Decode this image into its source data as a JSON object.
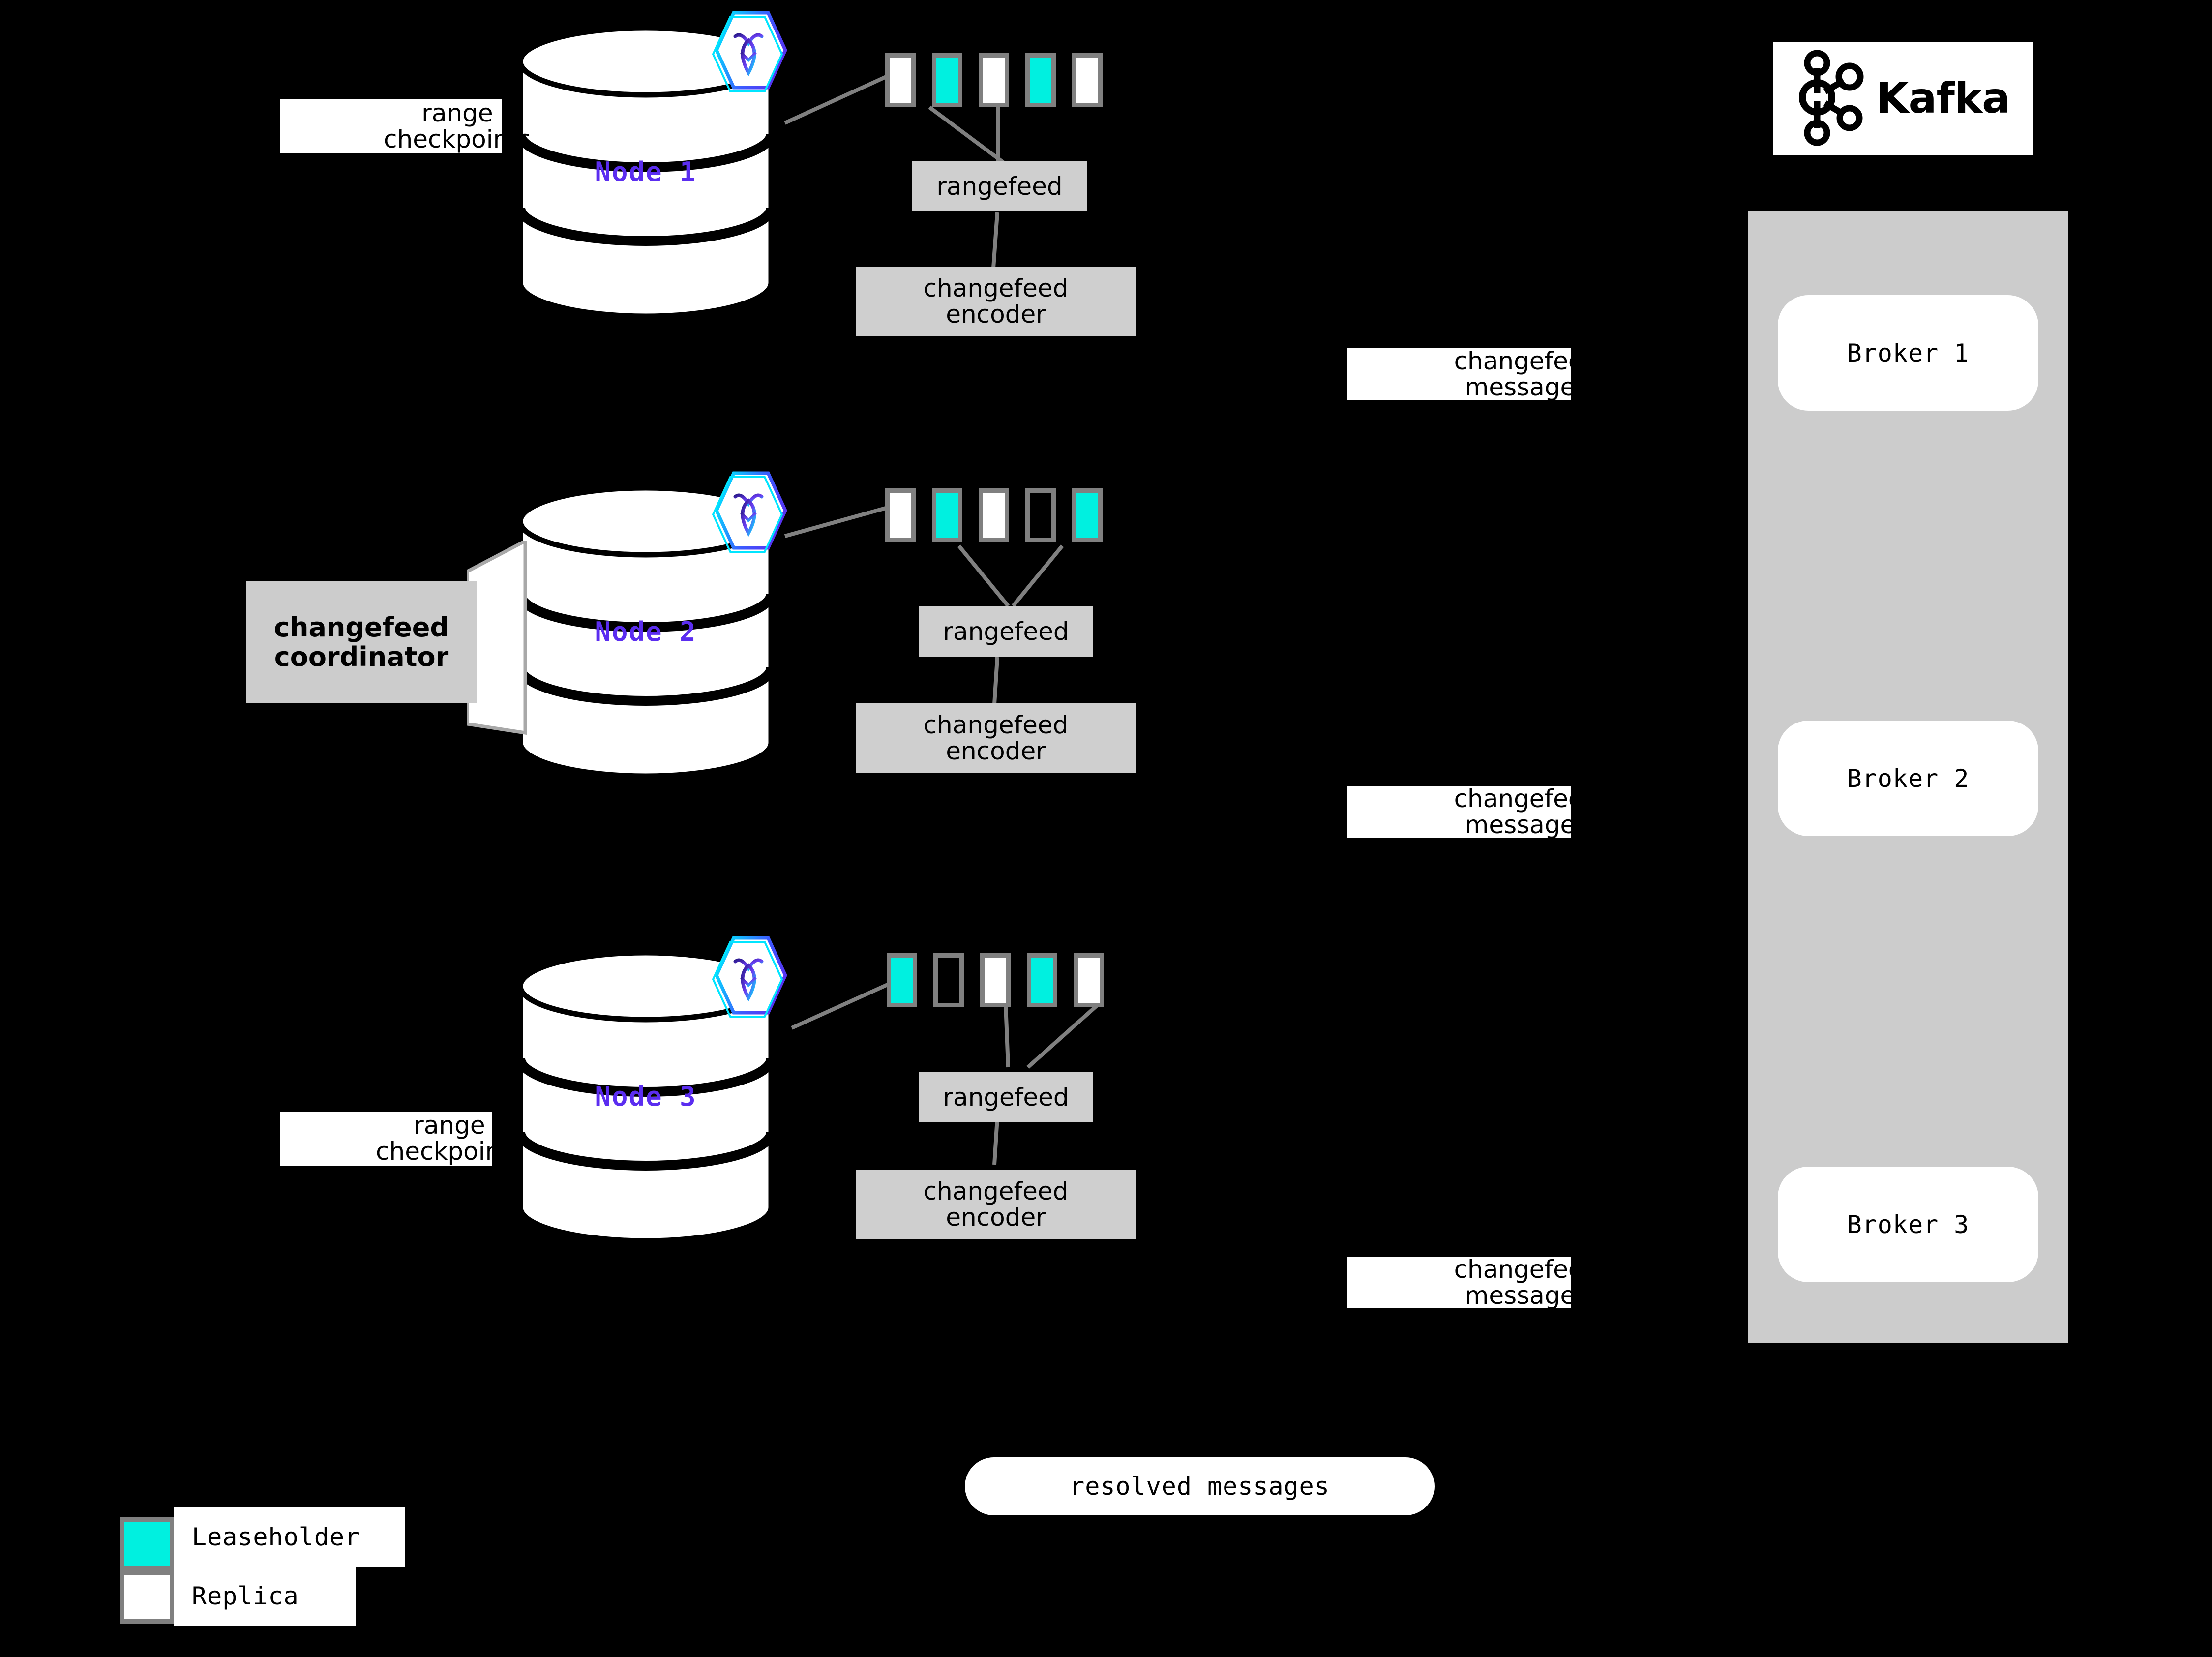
{
  "diagram": {
    "title": "CockroachDB changefeed to Kafka architecture",
    "background_color": "#000000",
    "accent_purple": "#5b2df0",
    "leaseholder_color": "#00f0e0",
    "replica_color": "#ffffff",
    "box_gray": "#cfcfcf",
    "panel_gray": "#cccccc",
    "border_gray": "#808080"
  },
  "nodes": [
    {
      "label": "Node 1",
      "logo_icon": "cockroachdb-hexagon-icon",
      "ranges": [
        {
          "type": "replica"
        },
        {
          "type": "leaseholder"
        },
        {
          "type": "replica"
        },
        {
          "type": "leaseholder"
        },
        {
          "type": "replica"
        }
      ],
      "rangefeed_label": "rangefeed",
      "encoder_label_line1": "changefeed",
      "encoder_label_line2": "encoder",
      "side_label_line1": "range",
      "side_label_line2": "checkpoints",
      "has_side_label": true,
      "has_coordinator": false
    },
    {
      "label": "Node 2",
      "logo_icon": "cockroachdb-hexagon-icon",
      "ranges": [
        {
          "type": "replica"
        },
        {
          "type": "leaseholder"
        },
        {
          "type": "replica"
        },
        {
          "type": "empty"
        },
        {
          "type": "leaseholder"
        }
      ],
      "rangefeed_label": "rangefeed",
      "encoder_label_line1": "changefeed",
      "encoder_label_line2": "encoder",
      "side_label_line1": "",
      "side_label_line2": "",
      "has_side_label": false,
      "has_coordinator": true,
      "coordinator_line1": "changefeed",
      "coordinator_line2": "coordinator"
    },
    {
      "label": "Node 3",
      "logo_icon": "cockroachdb-hexagon-icon",
      "ranges": [
        {
          "type": "leaseholder"
        },
        {
          "type": "empty"
        },
        {
          "type": "replica"
        },
        {
          "type": "leaseholder"
        },
        {
          "type": "replica"
        }
      ],
      "rangefeed_label": "rangefeed",
      "encoder_label_line1": "changefeed",
      "encoder_label_line2": "encoder",
      "side_label_line1": "range",
      "side_label_line2": "checkpoints",
      "has_side_label": true,
      "has_coordinator": false
    }
  ],
  "changefeed_message_labels": [
    {
      "line1": "changefeed",
      "line2": "messages"
    },
    {
      "line1": "changefeed",
      "line2": "messages"
    },
    {
      "line1": "changefeed",
      "line2": "messages"
    }
  ],
  "resolved_messages_label": "resolved messages",
  "kafka": {
    "wordmark": "Kafka",
    "logo_icon": "kafka-node-graph-icon",
    "brokers": [
      {
        "label": "Broker 1"
      },
      {
        "label": "Broker 2"
      },
      {
        "label": "Broker 3"
      }
    ]
  },
  "legend": {
    "items": [
      {
        "label": "Leaseholder",
        "swatch": "leaseholder"
      },
      {
        "label": "Replica",
        "swatch": "replica"
      }
    ]
  }
}
